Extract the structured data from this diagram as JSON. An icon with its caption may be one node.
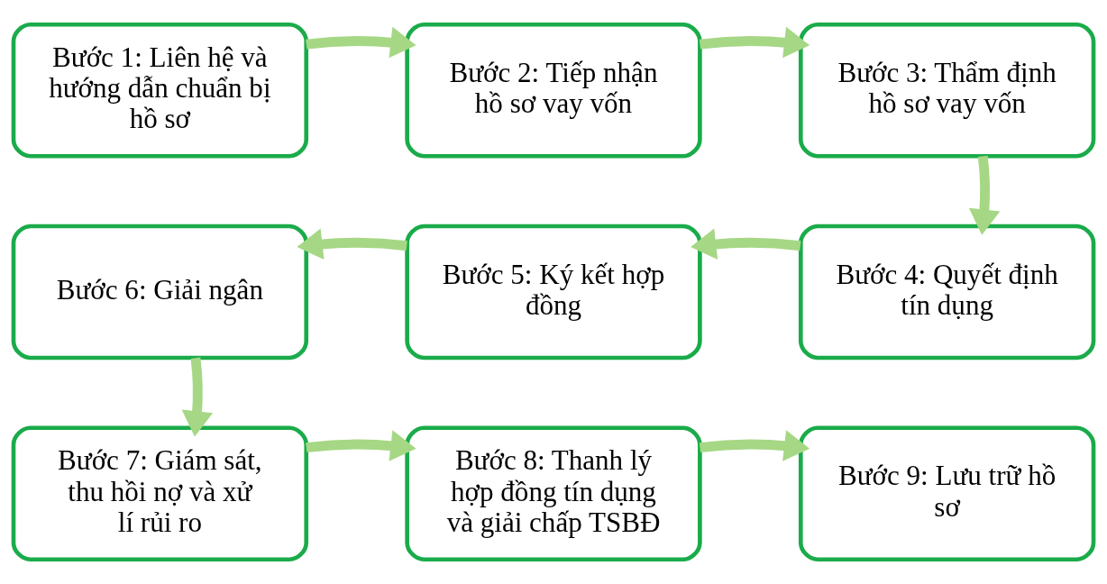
{
  "diagram": {
    "nodes": [
      {
        "text": [
          "Bước 1: Liên hệ và hướng dẫn chuẩn bị hồ sơ"
        ]
      },
      {
        "text": [
          "Bước 2: Tiếp nhận hồ sơ vay vốn"
        ]
      },
      {
        "text": [
          "Bước 3: Thẩm định hồ sơ vay vốn"
        ]
      },
      {
        "text": [
          "Bước 4: Quyết định tín dụng"
        ]
      },
      {
        "text": [
          "Bước 5: Ký kết hợp đồng"
        ]
      },
      {
        "text": [
          "Bước 6: Giải ngân"
        ]
      },
      {
        "text": [
          "Bước 7: Giám sát, thu hồi nợ và xử lí rủi ro"
        ]
      },
      {
        "text": [
          "Bước 8: Thanh lý hợp đồng tín dụng và giải chấp TSBĐ"
        ]
      },
      {
        "text": [
          "Bước 9: Lưu trữ hồ sơ"
        ]
      }
    ],
    "edges": [
      {
        "from": 0,
        "to": 1,
        "arrow": "to"
      },
      {
        "from": 1,
        "to": 2,
        "arrow": "to"
      },
      {
        "from": 2,
        "to": 3,
        "arrow": "to"
      },
      {
        "from": 3,
        "to": 4,
        "arrow": "to"
      },
      {
        "from": 4,
        "to": 5,
        "arrow": "to"
      },
      {
        "from": 5,
        "to": 6,
        "arrow": "to"
      },
      {
        "from": 6,
        "to": 7,
        "arrow": "to"
      },
      {
        "from": 7,
        "to": 8,
        "arrow": "to"
      }
    ]
  }
}
